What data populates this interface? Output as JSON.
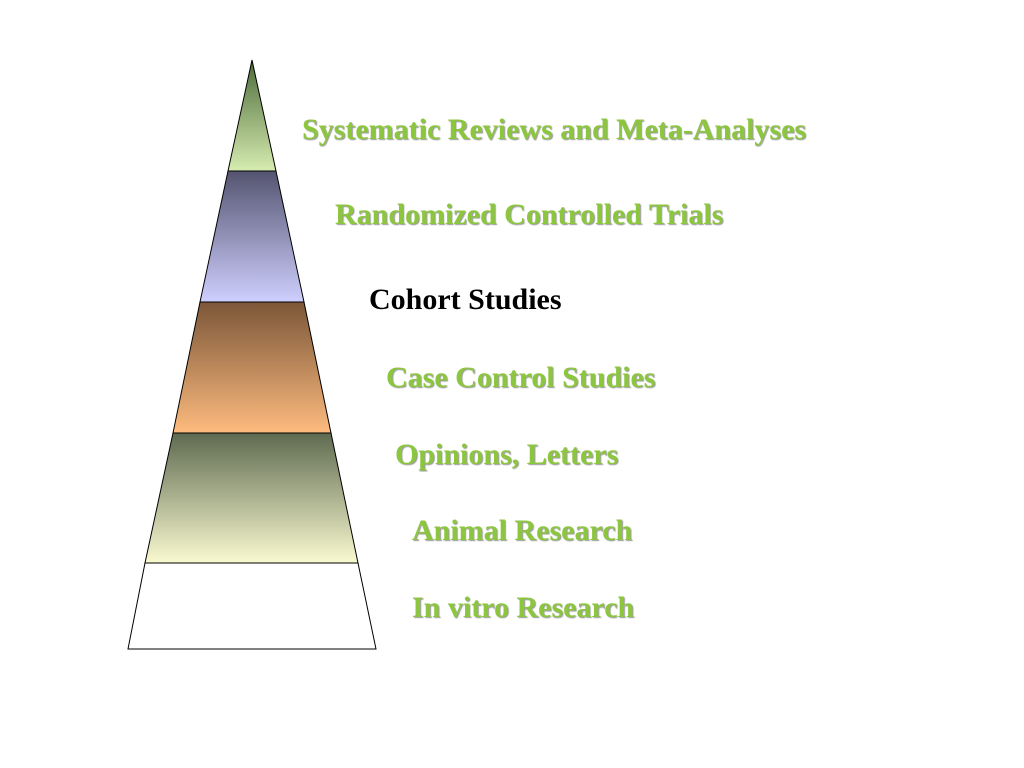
{
  "pyramid": {
    "levels": [
      {
        "label": "Systematic Reviews and Meta-Analyses",
        "style": "green",
        "fill_top": "#4d6b3a",
        "fill_bottom": "#d6ecb0"
      },
      {
        "label": "Randomized Controlled Trials",
        "style": "green",
        "fill_top": "#545470",
        "fill_bottom": "#cfcfff"
      },
      {
        "label": "Cohort Studies",
        "style": "black",
        "fill_top": "#7b5638",
        "fill_bottom": "#fdbb7e"
      },
      {
        "label": "Case Control Studies",
        "style": "green",
        "fill_top": "#5e6a50",
        "fill_bottom": "#fafad0"
      },
      {
        "label": "Opinions, Letters",
        "style": "green",
        "fill_top": "#ffffff",
        "fill_bottom": "#ffffff"
      },
      {
        "label": "Animal Research",
        "style": "green"
      },
      {
        "label": "In vitro Research",
        "style": "green"
      }
    ],
    "label_color": "#8cc63f",
    "outline_color": "#000000"
  }
}
